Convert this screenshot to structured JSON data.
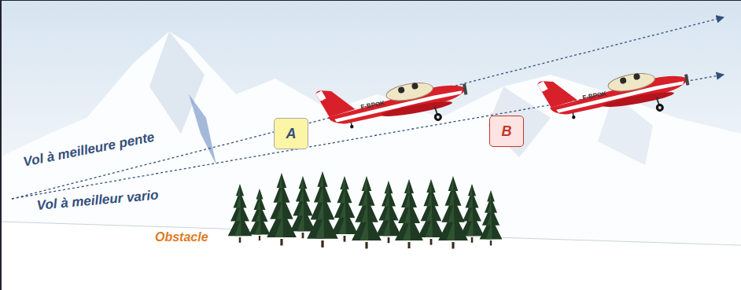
{
  "diagram": {
    "nodes": [
      {
        "text": [
          "A"
        ]
      },
      {
        "text": [
          "B"
        ]
      }
    ],
    "labels": [
      "Vol à meilleure pente",
      "Vol à meilleur vario",
      "Obstacle",
      "F-BPOK",
      "F-BPOK"
    ]
  }
}
